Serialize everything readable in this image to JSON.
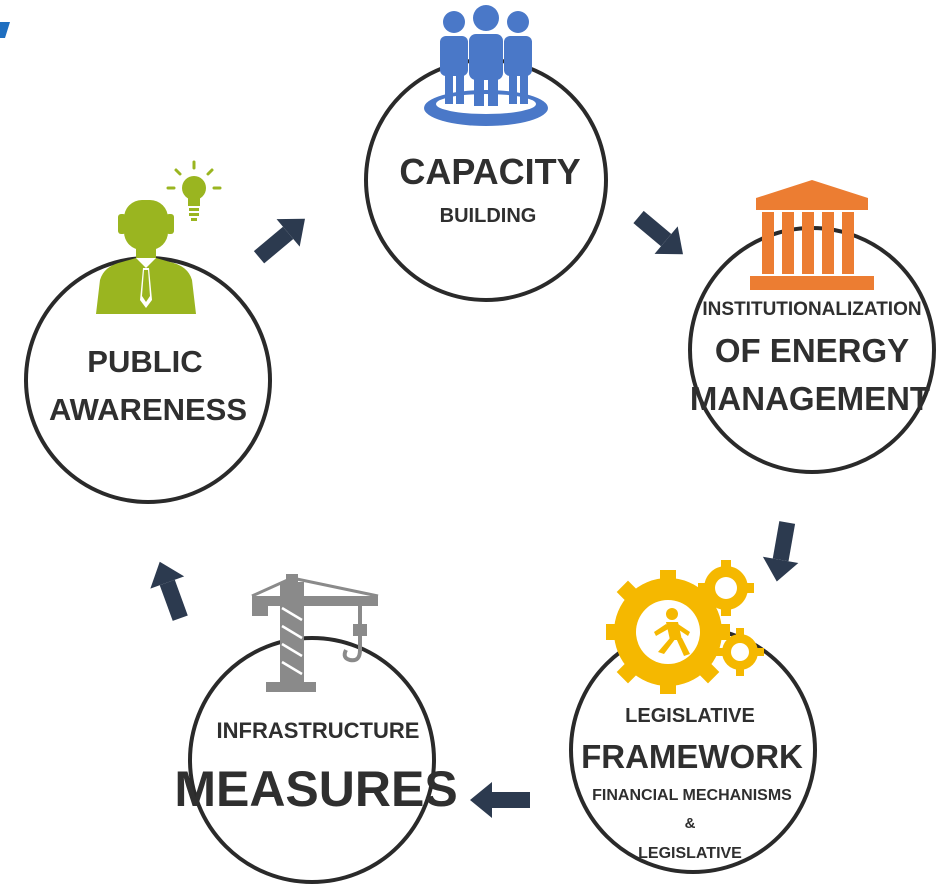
{
  "diagram": {
    "type": "cycle",
    "nodes": [
      {
        "id": "capacity-building",
        "lines": [
          "CAPACITY",
          "BUILDING"
        ],
        "icon": "people-group-icon",
        "color": "#4a78c8"
      },
      {
        "id": "institutionalization",
        "lines": [
          "INSTITUTIONALIZATION",
          "OF ENERGY",
          "MANAGEMENT"
        ],
        "icon": "institution-building-icon",
        "color": "#ec7d32"
      },
      {
        "id": "legislative-framework",
        "lines": [
          "LEGISLATIVE",
          "FRAMEWORK",
          "FINANCIAL MECHANISMS",
          "&",
          "LEGISLATIVE"
        ],
        "icon": "gears-worker-icon",
        "color": "#f5b800"
      },
      {
        "id": "infrastructure-measures",
        "lines": [
          "INFRASTRUCTURE",
          "MEASURES"
        ],
        "icon": "construction-crane-icon",
        "color": "#8a8a8a"
      },
      {
        "id": "public-awareness",
        "lines": [
          "PUBLIC",
          "AWARENESS"
        ],
        "icon": "person-lightbulb-icon",
        "color": "#9ab520"
      }
    ],
    "arrow_color": "#2c3a4f",
    "accent_color": "#1f6fc0"
  }
}
